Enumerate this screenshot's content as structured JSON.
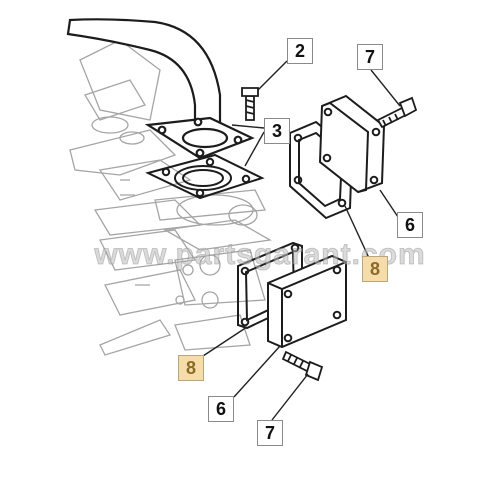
{
  "watermark": "www.partsgarant.com",
  "callouts": {
    "c2": "2",
    "c3": "3",
    "c7_top": "7",
    "c6_right": "6",
    "c8_right": "8",
    "c8_left": "8",
    "c6_bottom": "6",
    "c7_bottom": "7"
  },
  "colors": {
    "line": "#222222",
    "engine_line": "#9a9a9a",
    "highlight": "#f6dca8"
  }
}
